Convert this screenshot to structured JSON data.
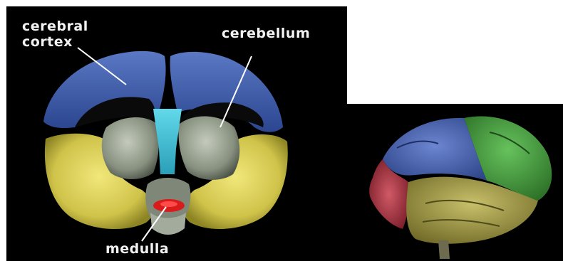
{
  "labels": {
    "cerebral_line1": "cerebral",
    "cerebral_line2": "cortex",
    "cerebellum": "cerebellum",
    "medulla": "medulla"
  },
  "colors": {
    "background": "#000000",
    "cortex_blue": "#3a5aa8",
    "temporal_yellow": "#d8cf55",
    "cerebellum_grey": "#8e978a",
    "brainstem_cyan": "#49c6d8",
    "medulla_red": "#d81c1c",
    "frontal_green": "#3f9a3a",
    "occipital_red": "#b03040"
  }
}
